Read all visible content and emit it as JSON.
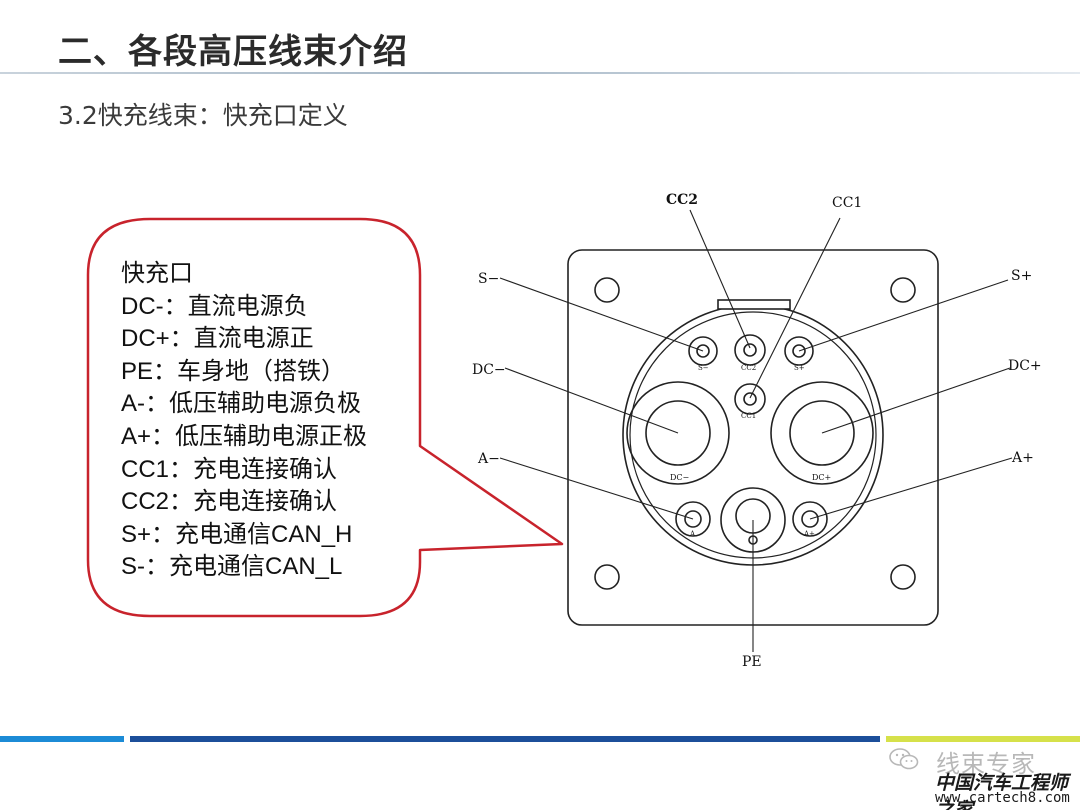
{
  "header": {
    "title": "二、各段高压线束介绍",
    "subtitle": "3.2快充线束：快充口定义"
  },
  "legend": {
    "heading": "快充口",
    "items": [
      "DC-：直流电源负",
      "DC+：直流电源正",
      "PE：车身地（搭铁）",
      "A-：低压辅助电源负极",
      "A+：低压辅助电源正极",
      "CC1：充电连接确认",
      "CC2：充电连接确认",
      "S+：充电通信CAN_H",
      "S-：充电通信CAN_L"
    ]
  },
  "diagram": {
    "callouts": {
      "cc2": "CC2",
      "cc1": "CC1",
      "s_minus": "S−",
      "s_plus": "S+",
      "dc_minus": "DC−",
      "dc_plus": "DC+",
      "a_minus": "A−",
      "a_plus": "A+",
      "pe": "PE"
    },
    "pin_marks": {
      "s_minus": "S−",
      "cc2": "CC2",
      "s_plus": "S+",
      "cc1": "CC1",
      "dc_minus": "DC−",
      "dc_plus": "DC+",
      "a_minus": "A",
      "a_plus": "A+"
    }
  },
  "watermark": {
    "name": "线束专家",
    "org": "中国汽车工程师之家",
    "url": "www.cartech8.com"
  },
  "colors": {
    "bubble_border": "#c8232c",
    "footer_blue": "#1c8bd6",
    "footer_navy": "#1c4f9a",
    "footer_lime": "#d6e14a"
  }
}
